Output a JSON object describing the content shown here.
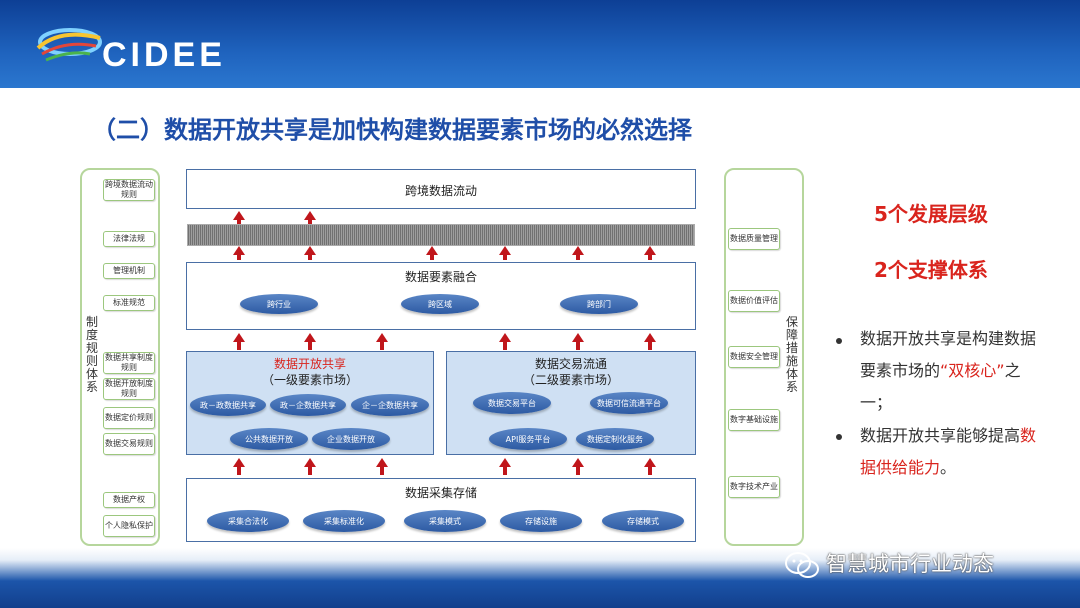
{
  "header": {
    "logo_text": "CIDEE"
  },
  "slide_title": "（二）数据开放共享是加快构建数据要素市场的必然选择",
  "left_frame": {
    "vertical_label": "制度规则体系",
    "items": [
      "跨境数据流动规则",
      "法律法规",
      "管理机制",
      "标准规范",
      "数据共享制度规则",
      "数据开放制度规则",
      "数据定价规则",
      "数据交易规则",
      "数据产权",
      "个人隐私保护"
    ]
  },
  "right_frame": {
    "vertical_label": "保障措施体系",
    "items": [
      "数据质量管理",
      "数据价值评估",
      "数据安全管理",
      "数字基础设施",
      "数字技术产业"
    ]
  },
  "layers": {
    "cross_border": "跨境数据流动",
    "fusion": {
      "title": "数据要素融合",
      "ovals": [
        "跨行业",
        "跨区域",
        "跨部门"
      ]
    },
    "open_share": {
      "title": "数据开放共享",
      "subtitle": "（一级要素市场）",
      "ovals": [
        "政－政数据共享",
        "政－企数据共享",
        "企－企数据共享",
        "公共数据开放",
        "企业数据开放"
      ]
    },
    "trade": {
      "title": "数据交易流通",
      "subtitle": "（二级要素市场）",
      "ovals": [
        "数据交易平台",
        "数据可信流通平台",
        "API服务平台",
        "数据定制化服务"
      ]
    },
    "collect": {
      "title": "数据采集存储",
      "ovals": [
        "采集合法化",
        "采集标准化",
        "采集模式",
        "存储设施",
        "存储模式"
      ]
    }
  },
  "right_panel": {
    "headline1": "5个发展层级",
    "headline2": "2个支撑体系",
    "bullet1_a": "数据开放共享是构建数据要素市场的",
    "bullet1_red": "“双核心”",
    "bullet1_b": "之一；",
    "bullet2_a": "数据开放共享能够提高",
    "bullet2_red": "数据供给能力",
    "bullet2_b": "。"
  },
  "watermark": "智慧城市行业动态",
  "colors": {
    "accent_red": "#d9241d",
    "title_blue": "#1f4ea8",
    "frame_green": "#b6d69c",
    "panel_blue": "#cfe0f3"
  }
}
